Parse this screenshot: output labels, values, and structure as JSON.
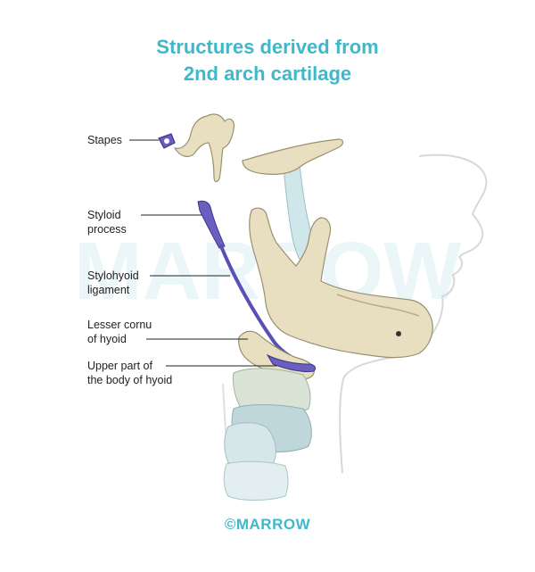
{
  "title": {
    "line1": "Structures derived from",
    "line2": "2nd arch cartilage"
  },
  "labels": {
    "stapes": "Stapes",
    "styloid_line1": "Styloid",
    "styloid_line2": "process",
    "stylohyoid_line1": "Stylohyoid",
    "stylohyoid_line2": "ligament",
    "lesser_cornu_line1": "Lesser cornu",
    "lesser_cornu_line2": "of hyoid",
    "upper_body_line1": "Upper part of",
    "upper_body_line2": "the body of hyoid"
  },
  "watermark": "MARROW",
  "footer": "©MARROW",
  "colors": {
    "title": "#3fb8c9",
    "bone": "#e7dfbf",
    "bone_outline": "#9a9070",
    "highlight": "#6a5fc1",
    "cartilage": "#c9dfe3",
    "leader": "#222222"
  }
}
